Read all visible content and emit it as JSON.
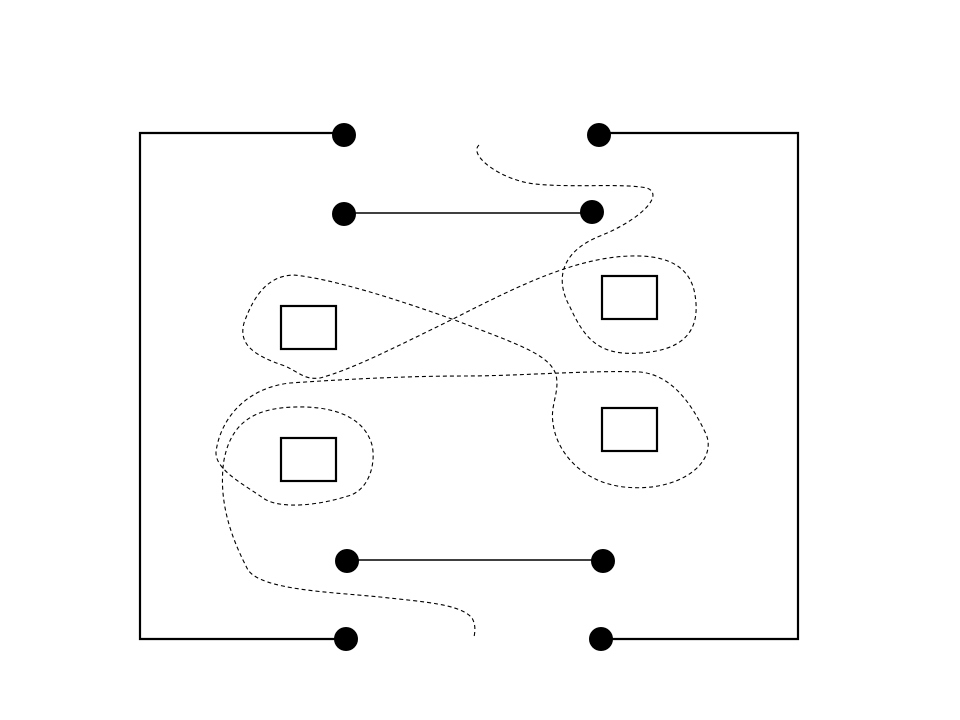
{
  "diagram": {
    "type": "line-drawing",
    "background_color": "#ffffff",
    "stroke_color": "#000000",
    "node_color": "#000000",
    "box_count": 4,
    "terminal_count": 8,
    "connector_count": 2,
    "dashed_path_count": 1,
    "description_parts": [
      "outer-left-bracket",
      "outer-right-bracket",
      "top-connector",
      "bottom-connector",
      "four-boxes",
      "dashed-path"
    ]
  }
}
